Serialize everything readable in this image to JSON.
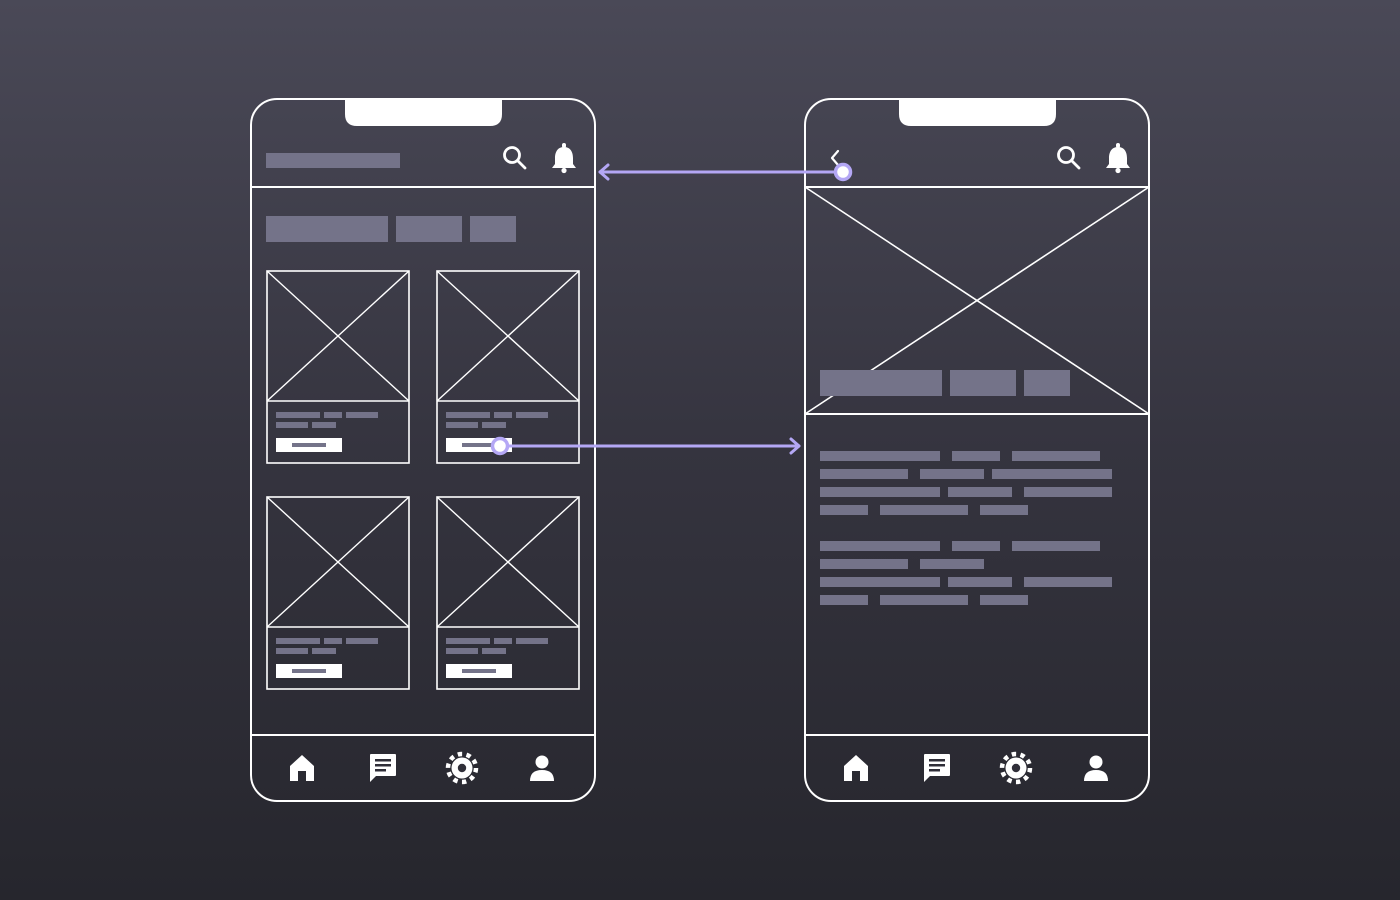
{
  "colors": {
    "background_top": "#4a4957",
    "background_bottom": "#26262d",
    "wire": "#ffffff",
    "placeholder_fill": "#747389",
    "flow_arrow": "#b4a7f5"
  },
  "screens": [
    {
      "id": "list-screen",
      "header": {
        "title_placeholder": true,
        "icons": [
          "search-icon",
          "bell-icon"
        ]
      },
      "tab_placeholders": 3,
      "cards": 4,
      "card_has_button": true,
      "bottom_nav": [
        "home-icon",
        "chat-icon",
        "settings-icon",
        "profile-icon"
      ]
    },
    {
      "id": "detail-screen",
      "header": {
        "back_button": true,
        "icons": [
          "search-icon",
          "bell-icon"
        ]
      },
      "hero_image": true,
      "hero_tag_placeholders": 3,
      "text_paragraphs": 2,
      "bottom_nav": [
        "home-icon",
        "chat-icon",
        "settings-icon",
        "profile-icon"
      ]
    }
  ],
  "flows": [
    {
      "from": "detail-back-button",
      "to": "list-screen"
    },
    {
      "from": "card-2-button",
      "to": "detail-screen"
    }
  ]
}
